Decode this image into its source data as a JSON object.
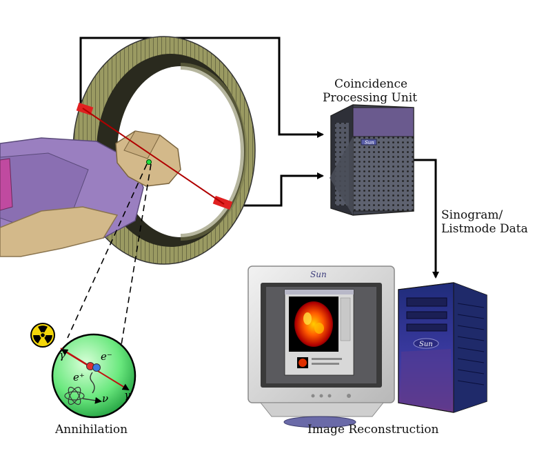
{
  "labels": {
    "coincidence_line1": "Coincidence",
    "coincidence_line2": "Processing Unit",
    "sinogram_line1": "Sinogram/",
    "sinogram_line2": "Listmode Data",
    "annihilation": "Annihilation",
    "image_reconstruction": "Image Reconstruction"
  },
  "physics": {
    "electron": "e⁻",
    "positron": "e⁺",
    "neutrino": "ν",
    "gamma": "γ"
  },
  "brand": {
    "logo_text": "Sun"
  },
  "icons": {
    "radiation": "radiation-trefoil-icon",
    "ring": "pet-detector-ring",
    "server": "coincidence-server",
    "tower": "workstation-tower",
    "monitor": "crt-monitor"
  },
  "colors": {
    "ring_face": "#9a9a62",
    "ring_dark": "#2a2a1e",
    "patient_shirt": "#9a7fc0",
    "patient_skin": "#d3b98a",
    "lor_red": "#d01010",
    "annihilation_fill": "#5fe07a",
    "radiation_yellow": "#f4d70a",
    "server_gray": "#5e6270",
    "tower_blue": "#2c3c9a",
    "tower_purple": "#6a3a8a"
  }
}
